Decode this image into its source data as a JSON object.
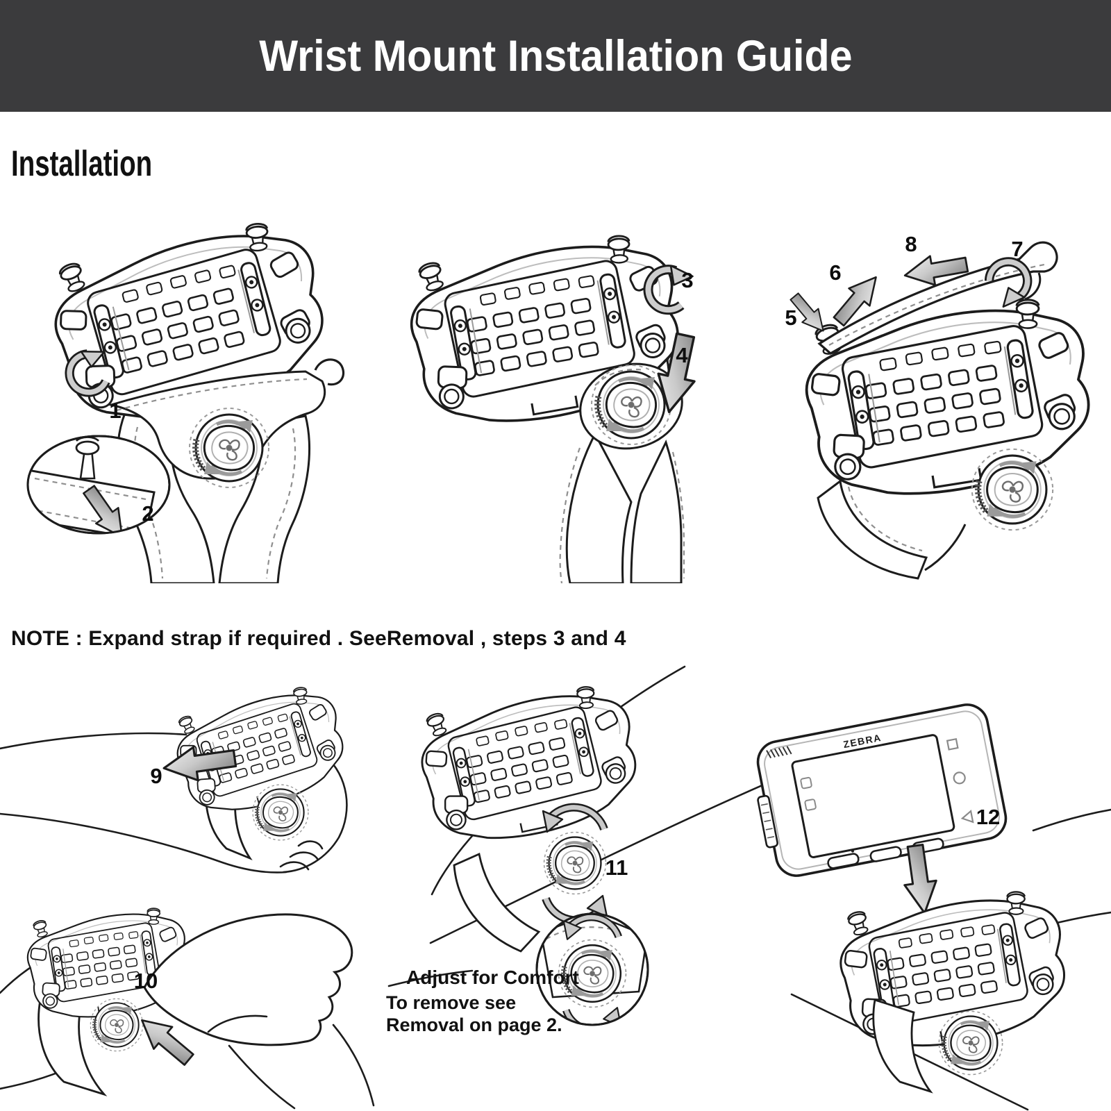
{
  "header": {
    "title": "Wrist Mount Installation Guide"
  },
  "installation": {
    "heading": "Installation"
  },
  "note": {
    "text": "NOTE : Expand strap if required . SeeRemoval , steps 3 and 4"
  },
  "step_labels": [
    "1",
    "2",
    "3",
    "4",
    "5",
    "6",
    "7",
    "8",
    "9",
    "10",
    "11",
    "12"
  ],
  "captions": {
    "adjust_for_comfort": "Adjust for Comfort",
    "remove_line1": "To remove see",
    "remove_line2": "Removal on page 2."
  },
  "device": {
    "brand": "ZEBRA"
  },
  "colors": {
    "header_bg": "#3b3b3d",
    "line": "#1c1c1c",
    "accent_gray": "#9c9c9c",
    "arrow_gray": "#c9c9c9"
  }
}
